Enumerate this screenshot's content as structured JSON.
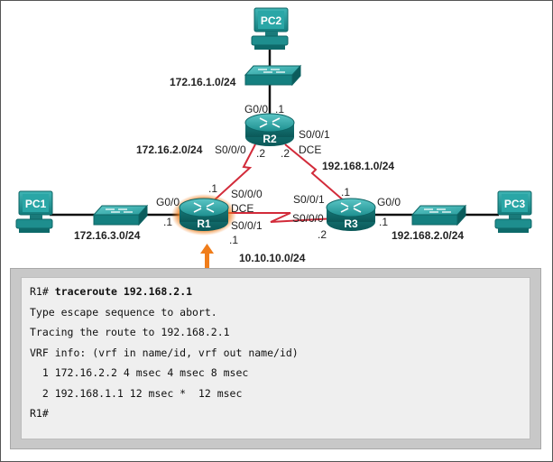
{
  "devices": {
    "pc1": "PC1",
    "pc2": "PC2",
    "pc3": "PC3",
    "r1": "R1",
    "r2": "R2",
    "r3": "R3"
  },
  "networks": {
    "n_172_16_1": "172.16.1.0/24",
    "n_172_16_2": "172.16.2.0/24",
    "n_192_168_1": "192.168.1.0/24",
    "n_172_16_3": "172.16.3.0/24",
    "n_10_10_10": "10.10.10.0/24",
    "n_192_168_2": "192.168.2.0/24"
  },
  "interfaces": {
    "r2_g00": "G0/0",
    "r2_g00_ip": ".1",
    "r2_s000": "S0/0/0",
    "r2_s000_ip": ".2",
    "r2_s001": "S0/0/1",
    "r2_dce": "DCE",
    "r2_s001_ip": ".2",
    "r1_g00": "G0/0",
    "r1_g00_ip": ".1",
    "r1_s000": "S0/0/0",
    "r1_dce": "DCE",
    "r1_s000_ip": ".1",
    "r1_s001": "S0/0/1",
    "r1_s001_ip": ".1",
    "r3_s001": "S0/0/1",
    "r3_s001_ip": ".1",
    "r3_s000": "S0/0/0",
    "r3_s000_ip": ".2",
    "r3_g00": "G0/0",
    "r3_g00_ip": ".1"
  },
  "terminal": {
    "prompt": "R1#",
    "command": "traceroute 192.168.2.1",
    "lines": [
      "Type escape sequence to abort.",
      "Tracing the route to 192.168.2.1",
      "VRF info: (vrf in name/id, vrf out name/id)",
      "  1 172.16.2.2 4 msec 4 msec 8 msec",
      "  2 192.168.1.1 12 msec *  12 msec"
    ],
    "final_prompt": "R1#"
  },
  "colors": {
    "device_teal": "#1e9a9a",
    "serial_link": "#d22b3a",
    "highlight": "#f07d1a"
  }
}
